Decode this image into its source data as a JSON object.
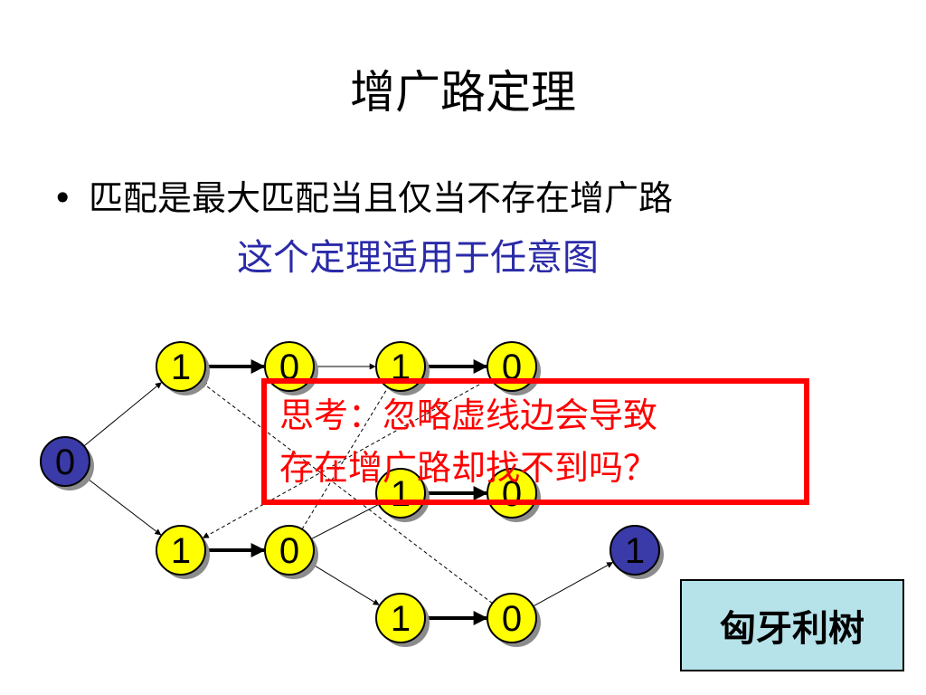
{
  "title": "增广路定理",
  "bullet": {
    "marker": "•",
    "text": "匹配是最大匹配当且仅当不存在增广路"
  },
  "subtitle": "这个定理适用于任意图",
  "callout": {
    "line1": "思考：忽略虚线边会导致",
    "line2": "存在增广路却找不到吗？"
  },
  "hungarian_label": "匈牙利树",
  "colors": {
    "subtitle": "#2a2aa8",
    "callout": "#ff0000",
    "node_yellow": "#ffff00",
    "node_blue": "#3a3aa8",
    "label_box": "#b6e3ea"
  },
  "graph": {
    "nodes": [
      {
        "id": "root",
        "label": "0",
        "color": "blue"
      },
      {
        "id": "a1",
        "label": "1",
        "color": "yellow"
      },
      {
        "id": "a2",
        "label": "0",
        "color": "yellow"
      },
      {
        "id": "a3",
        "label": "1",
        "color": "yellow"
      },
      {
        "id": "a4",
        "label": "0",
        "color": "yellow"
      },
      {
        "id": "b1",
        "label": "1",
        "color": "yellow"
      },
      {
        "id": "b2",
        "label": "0",
        "color": "yellow"
      },
      {
        "id": "c1",
        "label": "1",
        "color": "yellow"
      },
      {
        "id": "c2",
        "label": "0",
        "color": "yellow"
      },
      {
        "id": "d1",
        "label": "1",
        "color": "yellow"
      },
      {
        "id": "d2",
        "label": "0",
        "color": "yellow"
      },
      {
        "id": "end",
        "label": "1",
        "color": "blue"
      }
    ],
    "edges": [
      {
        "from": "root",
        "to": "a1",
        "style": "thin-arrow"
      },
      {
        "from": "root",
        "to": "c1",
        "style": "thin-arrow"
      },
      {
        "from": "a1",
        "to": "a2",
        "style": "thick-arrow"
      },
      {
        "from": "a2",
        "to": "a3",
        "style": "thin-arrow"
      },
      {
        "from": "a3",
        "to": "a4",
        "style": "thick-arrow"
      },
      {
        "from": "b1",
        "to": "b2",
        "style": "thick-arrow"
      },
      {
        "from": "c1",
        "to": "c2",
        "style": "thick-arrow"
      },
      {
        "from": "c2",
        "to": "b1",
        "style": "thin-line"
      },
      {
        "from": "c2",
        "to": "d1",
        "style": "thin-arrow"
      },
      {
        "from": "d1",
        "to": "d2",
        "style": "thick-arrow"
      },
      {
        "from": "d2",
        "to": "end",
        "style": "thin-arrow"
      },
      {
        "from": "d2",
        "to": "a1",
        "style": "dashed-arrow"
      },
      {
        "from": "a4",
        "to": "c1",
        "style": "dashed-arrow"
      },
      {
        "from": "c2",
        "to": "a3",
        "style": "dashed-line"
      }
    ]
  }
}
